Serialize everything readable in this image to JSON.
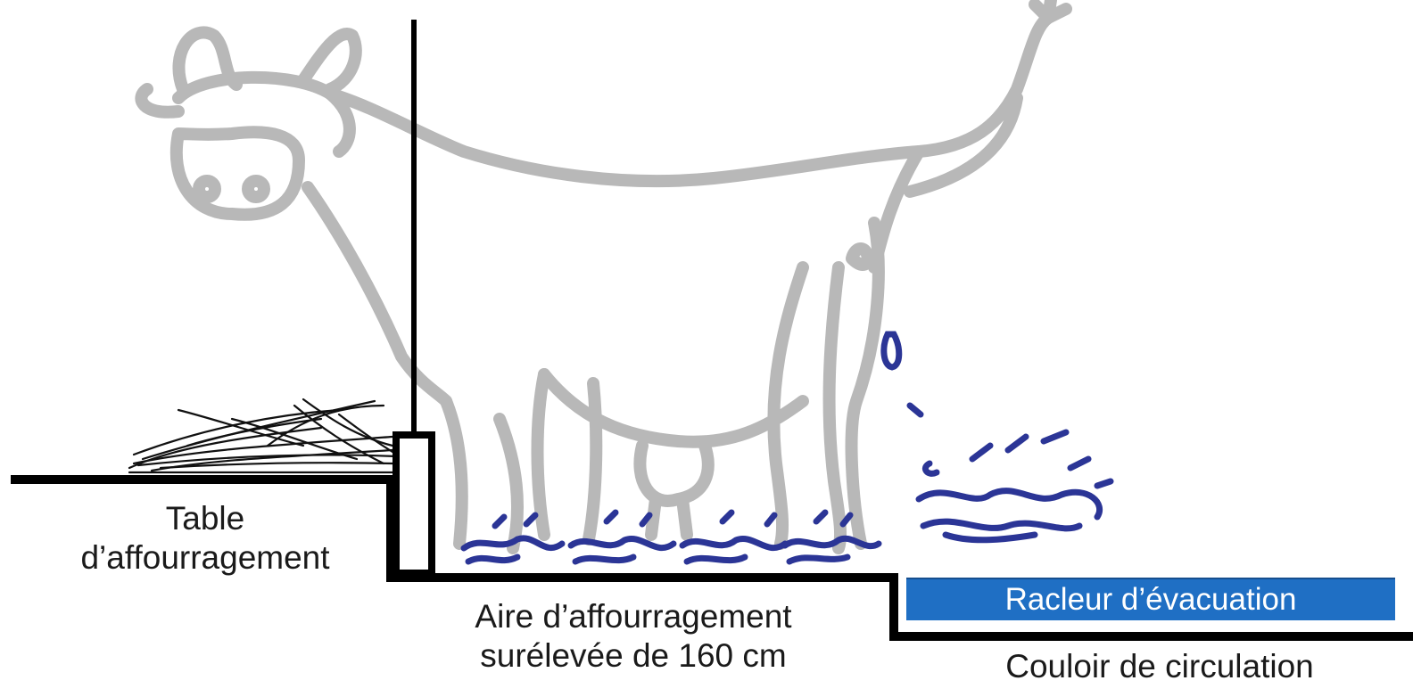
{
  "labels": {
    "table_line1": "Table",
    "table_line2": "d’affourragement",
    "aire_line1": "Aire d’affourragement",
    "aire_line2": "surélevée de 160 cm",
    "racleur": "Racleur d’évacuation",
    "couloir": "Couloir de circulation"
  },
  "colors": {
    "cow_outline": "#b8b8b8",
    "manure": "#2b3596",
    "wall": "#000000",
    "scraper": "#1f6fc4",
    "hay": "#111111"
  }
}
